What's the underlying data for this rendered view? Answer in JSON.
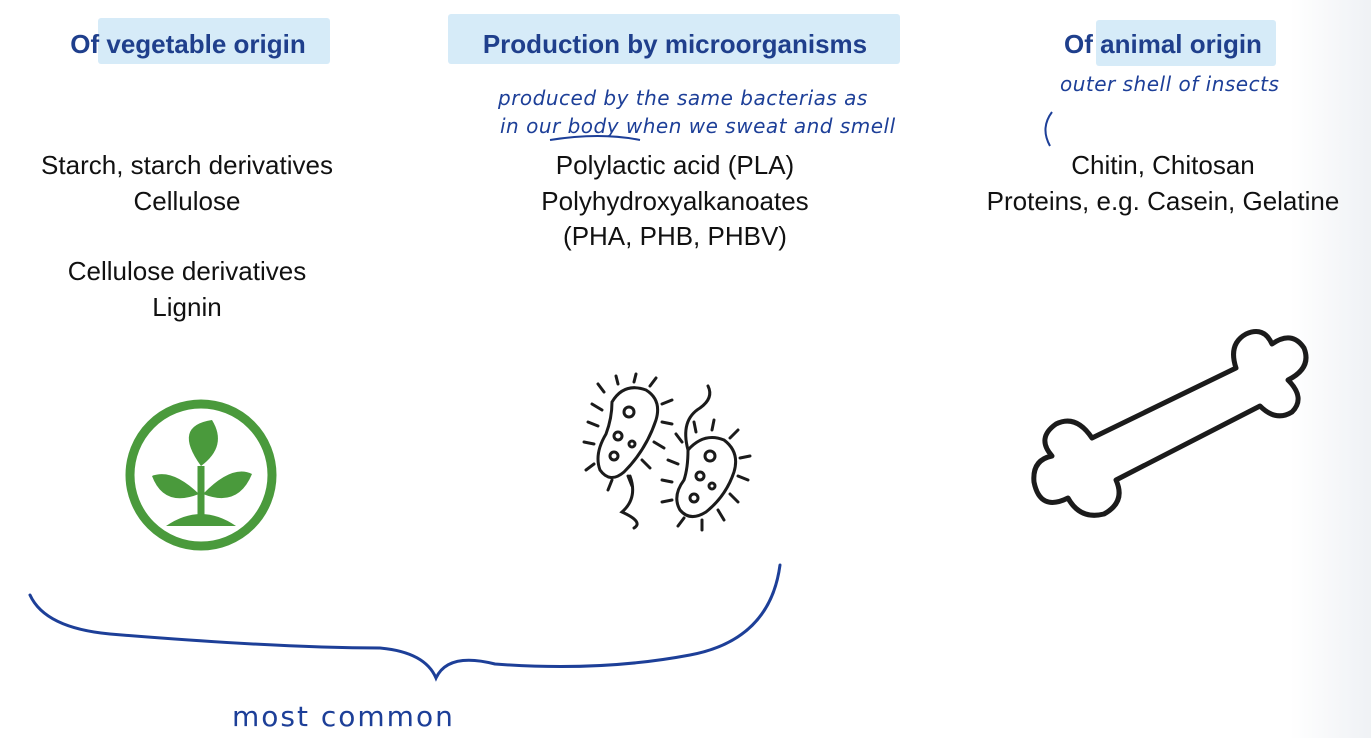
{
  "columns": [
    {
      "title": "Of vegetable origin",
      "items": [
        "Starch, starch derivatives",
        "Cellulose",
        "Cellulose derivatives",
        "Lignin"
      ]
    },
    {
      "title": "Production by microorganisms",
      "items": [
        "Polylactic acid (PLA)",
        "Polyhydroxyalkanoates",
        "(PHA, PHB, PHBV)"
      ]
    },
    {
      "title": "Of animal origin",
      "items": [
        "Chitin, Chitosan",
        "Proteins, e.g. Casein, Gelatine"
      ]
    }
  ],
  "annotations": {
    "microorganisms_line1": "produced by the same bacterias as",
    "microorganisms_line2": "in our body when we sweat and smell",
    "animal": "outer shell of insects",
    "brace": "most common"
  },
  "icons": [
    "plant-seedling-icon",
    "bacteria-icon",
    "bone-icon"
  ],
  "colors": {
    "title": "#1f3f8c",
    "highlight": "#cfe8f7",
    "ink": "#1d3f98",
    "plant_green": "#4a9a3c",
    "text": "#111111"
  }
}
